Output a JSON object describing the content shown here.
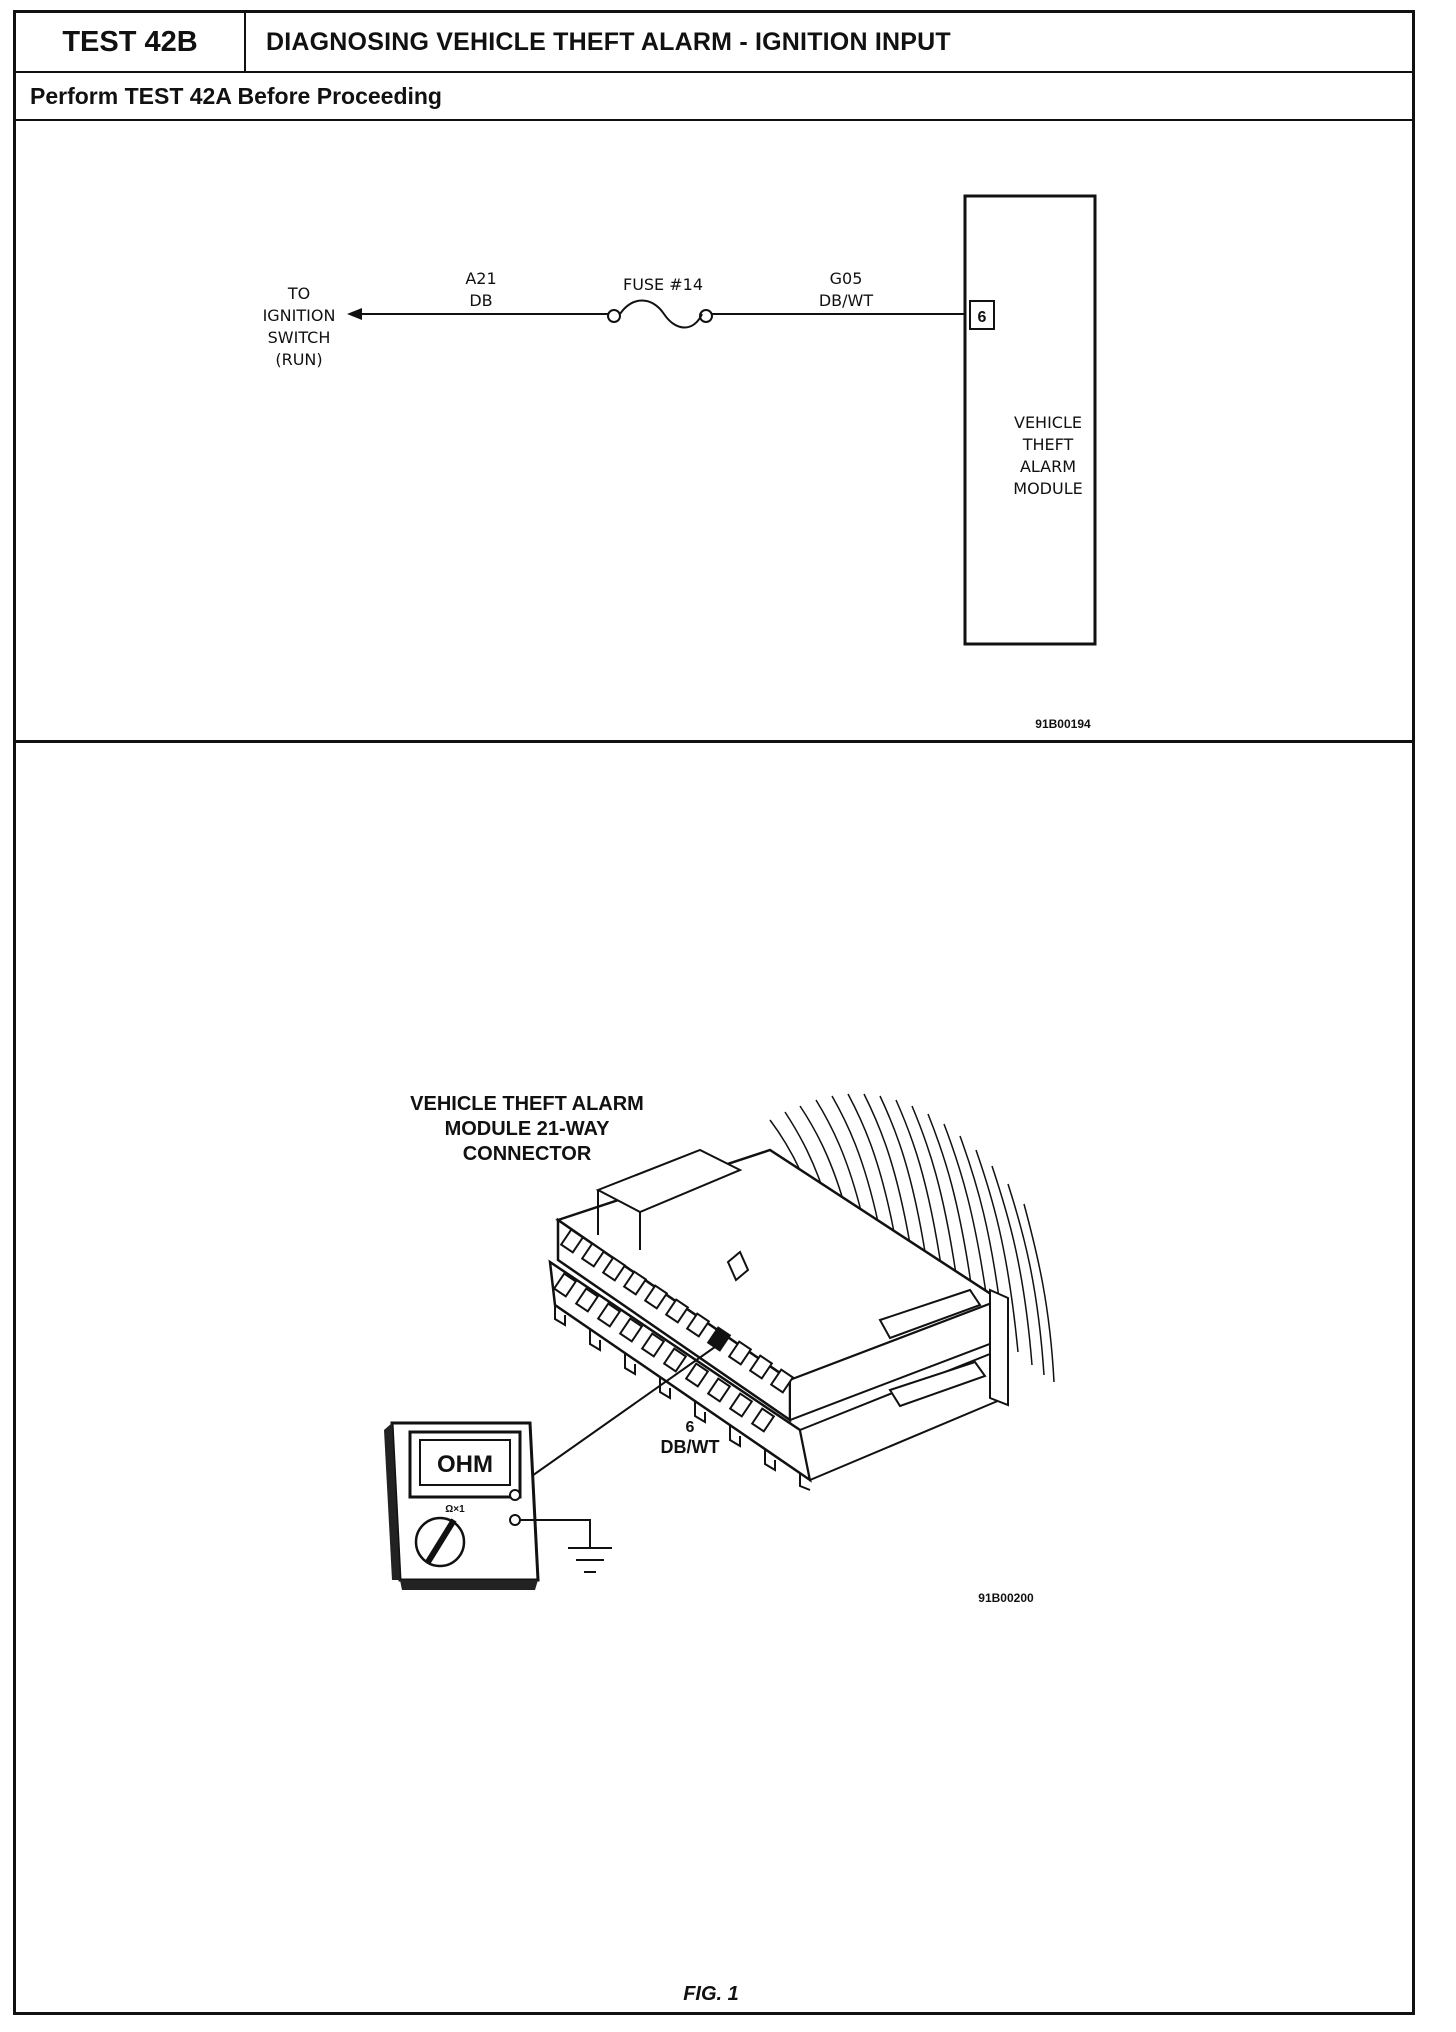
{
  "header": {
    "test_id": "TEST 42B",
    "title": "DIAGNOSING VEHICLE THEFT ALARM - IGNITION INPUT",
    "prerequisite": "Perform TEST 42A Before Proceeding"
  },
  "schematic": {
    "to_label_1": "TO",
    "to_label_2": "IGNITION",
    "to_label_3": "SWITCH",
    "to_label_4": "(RUN)",
    "wire1_code": "A21",
    "wire1_color": "DB",
    "fuse_label": "FUSE #14",
    "wire2_code": "G05",
    "wire2_color": "DB/WT",
    "pin_number": "6",
    "module_1": "VEHICLE",
    "module_2": "THEFT",
    "module_3": "ALARM",
    "module_4": "MODULE",
    "figure_code": "91B00194"
  },
  "connector_figure": {
    "title_1": "VEHICLE THEFT ALARM",
    "title_2": "MODULE 21-WAY",
    "title_3": "CONNECTOR",
    "meter_display": "OHM",
    "meter_range": "Ω×1",
    "pin_number": "6",
    "pin_color": "DB/WT",
    "figure_code": "91B00200",
    "caption": "FIG. 1"
  }
}
